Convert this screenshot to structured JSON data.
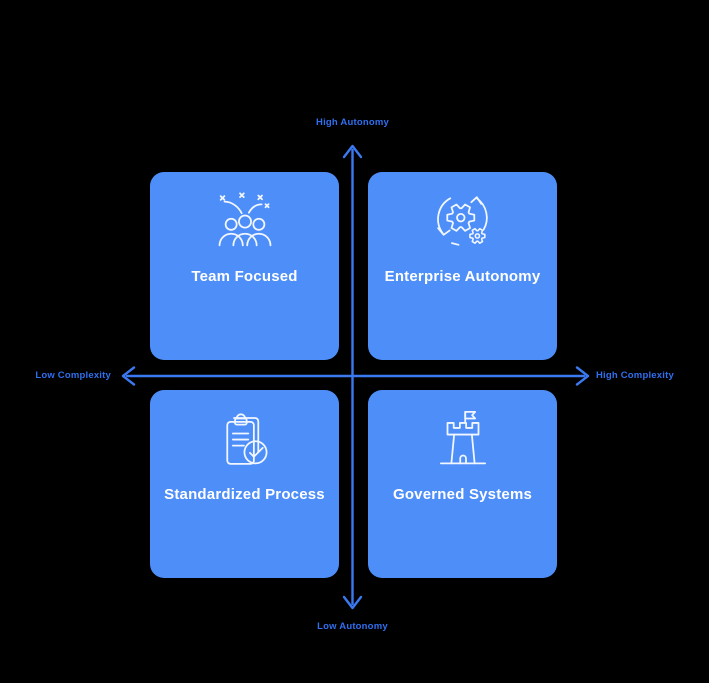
{
  "figure": {
    "type": "quadrant-matrix",
    "background": "#000000"
  },
  "axes": {
    "top_label": "High Autonomy",
    "bottom_label": "Low Autonomy",
    "left_label": "Low Complexity",
    "right_label": "High Complexity",
    "line_color": "#3b79f1",
    "label_color": "#2f6ff0"
  },
  "quadrants": [
    {
      "label": "Team Focused",
      "icon": "people-celebration-icon",
      "position": "top-left"
    },
    {
      "label": "Enterprise Autonomy",
      "icon": "gears-sync-icon",
      "position": "top-right"
    },
    {
      "label": "Standardized Process",
      "icon": "clipboard-check-icon",
      "position": "bottom-left"
    },
    {
      "label": "Governed Systems",
      "icon": "castle-icon",
      "position": "bottom-right"
    }
  ],
  "card_style": {
    "background": "#4e8ef9",
    "title_color": "#ffffff",
    "icon_stroke": "#f2f7ff"
  }
}
